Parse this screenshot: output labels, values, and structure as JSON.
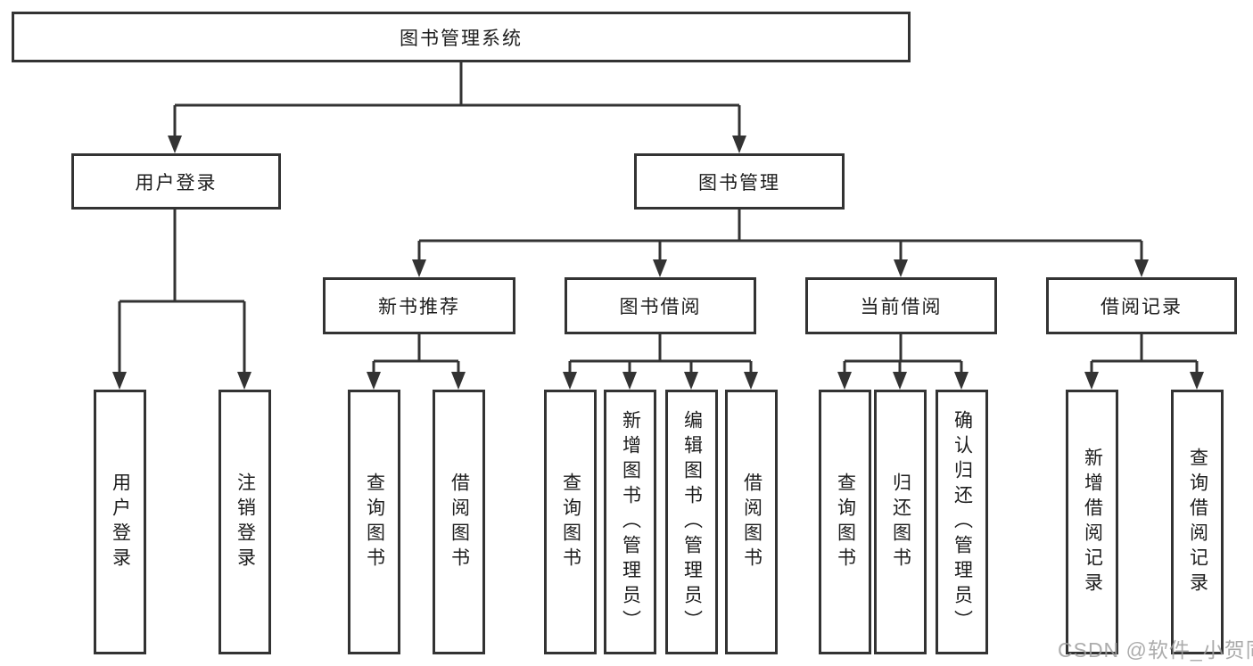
{
  "diagram": {
    "title": "图书管理系统",
    "colors": {
      "line": "#333333",
      "box_border": "#333333",
      "text": "#1d1d1d",
      "background": "#ffffff",
      "watermark": "#9e9e9e"
    },
    "nodes": {
      "root": {
        "label": "图书管理系统"
      },
      "user_login": {
        "label": "用户登录"
      },
      "book_management": {
        "label": "图书管理"
      },
      "new_book_recommend": {
        "label": "新书推荐"
      },
      "book_borrow": {
        "label": "图书借阅"
      },
      "current_borrow": {
        "label": "当前借阅"
      },
      "borrow_records": {
        "label": "借阅记录"
      },
      "leaf_user_login": {
        "label": "用户登录"
      },
      "leaf_logout": {
        "label": "注销登录"
      },
      "leaf_query_book_1": {
        "label": "查询图书"
      },
      "leaf_borrow_book_1": {
        "label": "借阅图书"
      },
      "leaf_query_book_2": {
        "label": "查询图书"
      },
      "leaf_add_book": {
        "label": "新增图书（管理员）"
      },
      "leaf_edit_book": {
        "label": "编辑图书（管理员）"
      },
      "leaf_borrow_book_2": {
        "label": "借阅图书"
      },
      "leaf_query_book_3": {
        "label": "查询图书"
      },
      "leaf_return_book": {
        "label": "归还图书"
      },
      "leaf_confirm_return": {
        "label": "确认归还（管理员）"
      },
      "leaf_add_borrow_record": {
        "label": "新增借阅记录"
      },
      "leaf_query_borrow_record": {
        "label": "查询借阅记录"
      }
    },
    "watermark": "CSDN @软件_小贺同学"
  }
}
